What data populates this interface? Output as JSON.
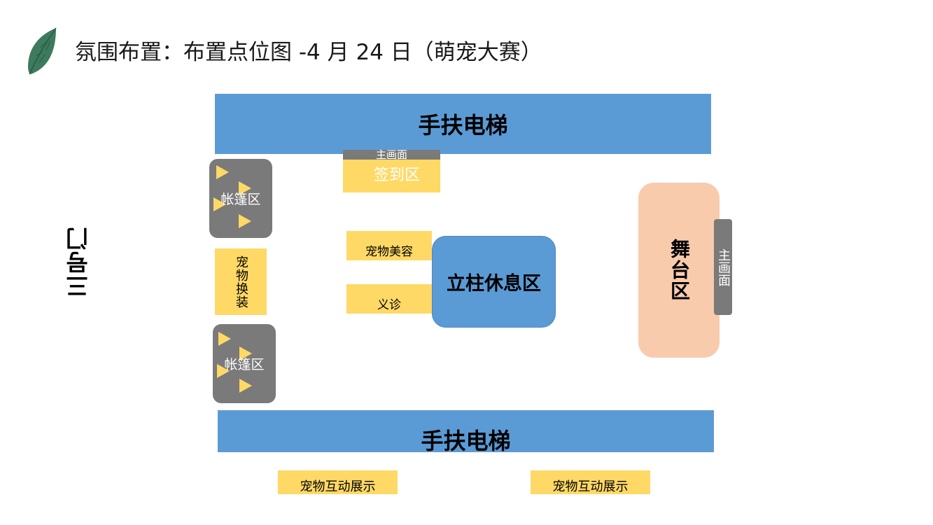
{
  "header": {
    "title": "氛围布置：布置点位图 -4 月 24 日（萌宠大赛）"
  },
  "door": {
    "label": "三号门"
  },
  "escalator_top": {
    "label": "手扶电梯"
  },
  "escalator_bottom": {
    "label": "手扶电梯"
  },
  "signin": {
    "screen_label": "主画面",
    "label": "签到区"
  },
  "tent_top": {
    "label": "帐篷区"
  },
  "tent_bottom": {
    "label": "帐篷区"
  },
  "costume": {
    "label": "宠物换装"
  },
  "grooming": {
    "label": "宠物美容"
  },
  "clinic": {
    "label": "义诊"
  },
  "rest_area": {
    "label": "立柱休息区"
  },
  "stage": {
    "label": "舞台区",
    "screen_label": "主画面"
  },
  "showcase_left": {
    "label": "宠物互动展示"
  },
  "showcase_right": {
    "label": "宠物互动展示"
  },
  "colors": {
    "blue": "#5b9bd5",
    "yellow": "#ffd966",
    "gray": "#7a7a7a",
    "stage": "#f8cbad",
    "leaf": "#3d7a5e"
  },
  "icons": {
    "decoration": "leaf-icon",
    "marker": "play-triangle-icon"
  }
}
